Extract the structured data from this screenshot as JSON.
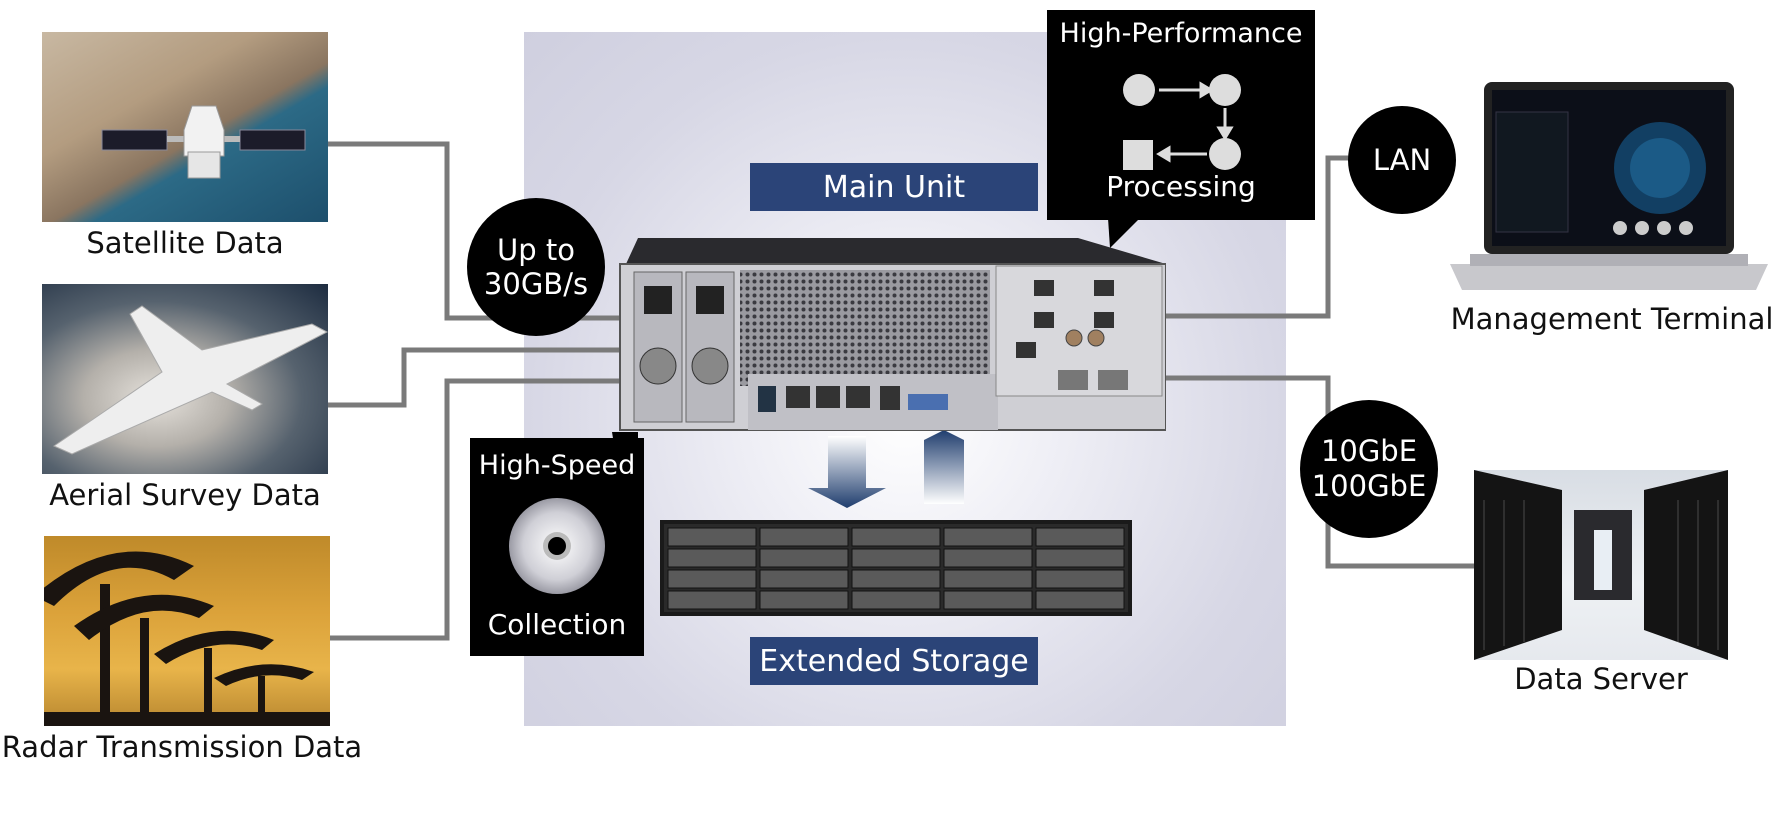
{
  "sources": [
    {
      "label": "Satellite Data"
    },
    {
      "label": "Aerial Survey Data"
    },
    {
      "label": "Radar Transmission Data"
    }
  ],
  "destinations": [
    {
      "label": "Management Terminal"
    },
    {
      "label": "Data Server"
    }
  ],
  "main_unit": {
    "label": "Main Unit"
  },
  "storage": {
    "label": "Extended Storage"
  },
  "throughput": {
    "line1": "Up to",
    "line2": "30GB/s"
  },
  "lan": {
    "label": "LAN"
  },
  "ethernet": {
    "line1": "10GbE",
    "line2": "100GbE"
  },
  "processing": {
    "top": "High-Performance",
    "bottom": "Processing"
  },
  "collection": {
    "top": "High-Speed",
    "bottom": "Collection"
  },
  "colors": {
    "accent_blue": "#2b4478",
    "panel_bg": "#d8d8e6",
    "connector": "#777777",
    "badge": "#000000"
  }
}
